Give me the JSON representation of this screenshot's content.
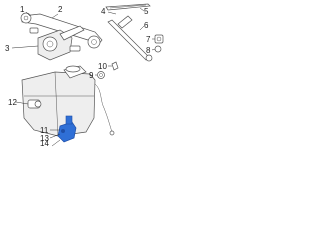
{
  "callouts": {
    "c1": "1",
    "c2": "2",
    "c3": "3",
    "c4": "4",
    "c5": "5",
    "c6": "6",
    "c7": "7",
    "c8": "8",
    "c9": "9",
    "c10": "10",
    "c11": "11",
    "c12": "12",
    "c13": "13",
    "c14": "14"
  },
  "colors": {
    "line": "#555555",
    "highlight": "#2f6fd6",
    "highlight_dark": "#1f4fa8"
  }
}
